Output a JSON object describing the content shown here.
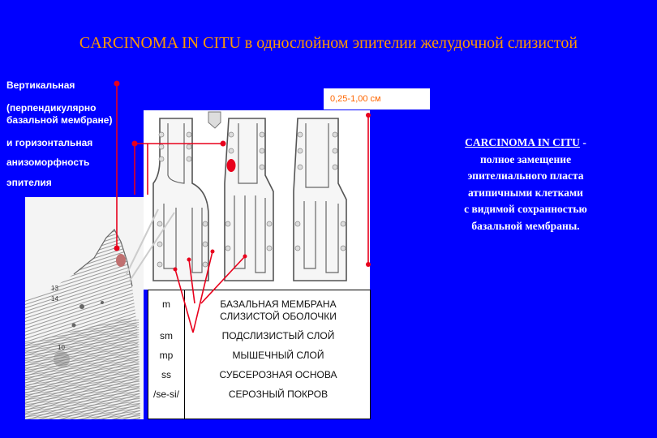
{
  "slide": {
    "title": "CARCINOMA IN CITU в однослойном эпителии желудочной слизистой",
    "left_labels": [
      "Вертикальная",
      "(перпендикулярно",
      "базальной мембране)",
      "и горизонтальная",
      "анизоморфность",
      "эпителия"
    ],
    "scale_label": "0,25-1,00 см",
    "description": {
      "term": "CARCINOMA IN CITU",
      "dash": " -",
      "lines": [
        "полное замещение",
        "эпителиального пласта",
        "атипичными клетками",
        "с видимой сохранностью",
        "базальной мембраны."
      ]
    },
    "layers": [
      {
        "code": "m",
        "name": "БАЗАЛЬНАЯ МЕМБРАНА СЛИЗИСТОЙ ОБОЛОЧКИ"
      },
      {
        "code": "sm",
        "name": "ПОДСЛИЗИСТЫЙ СЛОЙ"
      },
      {
        "code": "mp",
        "name": "МЫШЕЧНЫЙ СЛОЙ"
      },
      {
        "code": "ss",
        "name": "СУБСЕРОЗНАЯ ОСНОВА"
      },
      {
        "code": "/se-si/",
        "name": "СЕРОЗНЫЙ ПОКРОВ"
      }
    ],
    "micrograph_numbers": [
      "13",
      "14",
      "10"
    ]
  },
  "colors": {
    "background": "#0000ff",
    "title": "#ff9900",
    "scale_text": "#ff6600",
    "pointer": "#e8001c",
    "text": "#ffffff"
  }
}
